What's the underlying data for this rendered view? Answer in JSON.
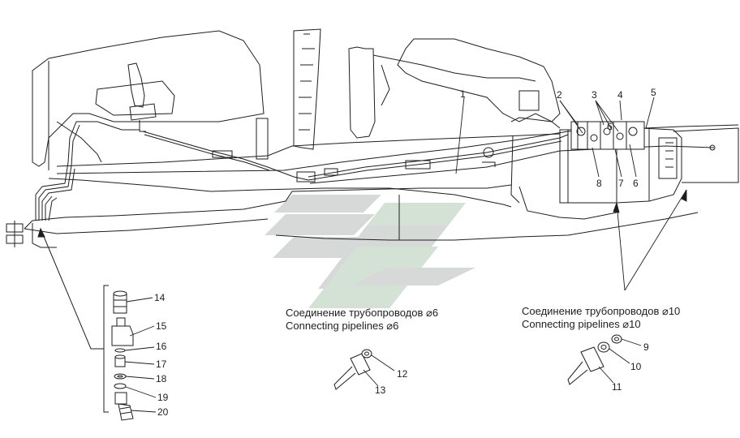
{
  "captions": {
    "d6_ru": "Соединение трубопроводов ⌀6",
    "d6_en": "Connecting pipelines ⌀6",
    "d10_ru": "Соединение трубопроводов ⌀10",
    "d10_en": "Connecting pipelines ⌀10"
  },
  "callouts": {
    "c1": "1",
    "c2": "2",
    "c3": "3",
    "c4": "4",
    "c5": "5",
    "c6a": "6",
    "c6b": "6",
    "c7": "7",
    "c8": "8",
    "c9": "9",
    "c10": "10",
    "c11": "11",
    "c12": "12",
    "c13": "13",
    "c14": "14",
    "c15": "15",
    "c16": "16",
    "c17": "17",
    "c18": "18",
    "c19": "19",
    "c20": "20"
  },
  "colors": {
    "line": "#1e1e1e",
    "watermark_gray": "#d7d9d9",
    "watermark_green": "#d4e2d6"
  },
  "icons": {
    "watermark": "brand-chevron-logo"
  }
}
